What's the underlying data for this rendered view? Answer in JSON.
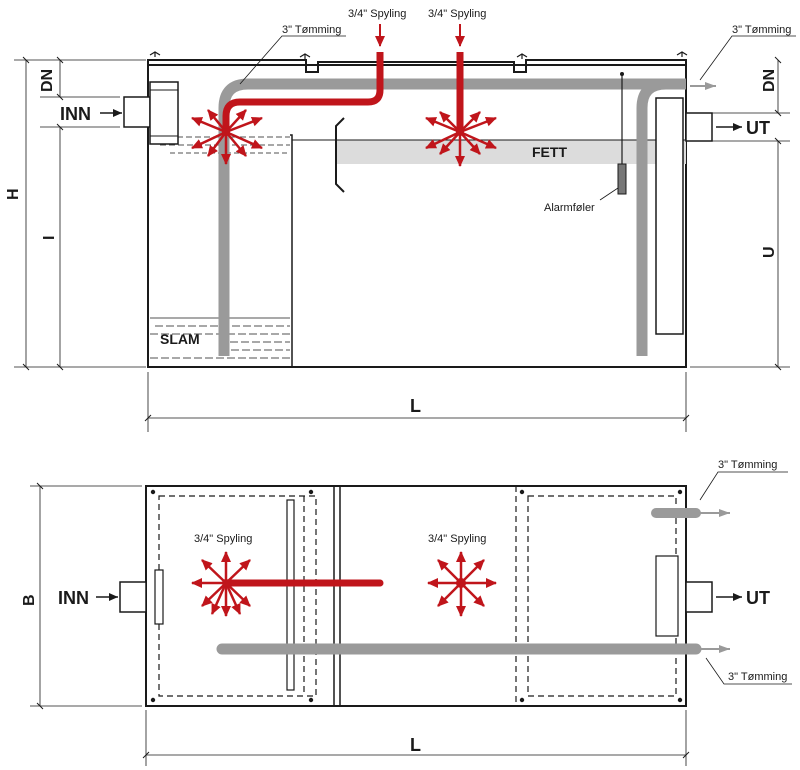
{
  "colors": {
    "outline": "#1a1a1a",
    "pipe": "#9a9a9a",
    "spray": "#c0151b",
    "fat_band": "#dcdcdc",
    "dim_line": "#444444"
  },
  "side_view": {
    "labels": {
      "inn": "INN",
      "ut": "UT",
      "fett": "FETT",
      "slam": "SLAM",
      "alarm": "Alarmføler",
      "spyling_1": "3/4\" Spyling",
      "spyling_2": "3/4\" Spyling",
      "tomming_left": "3\" Tømming",
      "tomming_right": "3\" Tømming"
    },
    "dimensions": {
      "dn_left": "DN",
      "dn_right": "DN",
      "h": "H",
      "i": "I",
      "u": "U",
      "l": "L"
    }
  },
  "top_view": {
    "labels": {
      "inn": "INN",
      "ut": "UT",
      "spyling_1": "3/4\" Spyling",
      "spyling_2": "3/4\" Spyling",
      "tomming_top": "3\" Tømming",
      "tomming_bottom": "3\" Tømming"
    },
    "dimensions": {
      "b": "B",
      "l": "L"
    }
  }
}
